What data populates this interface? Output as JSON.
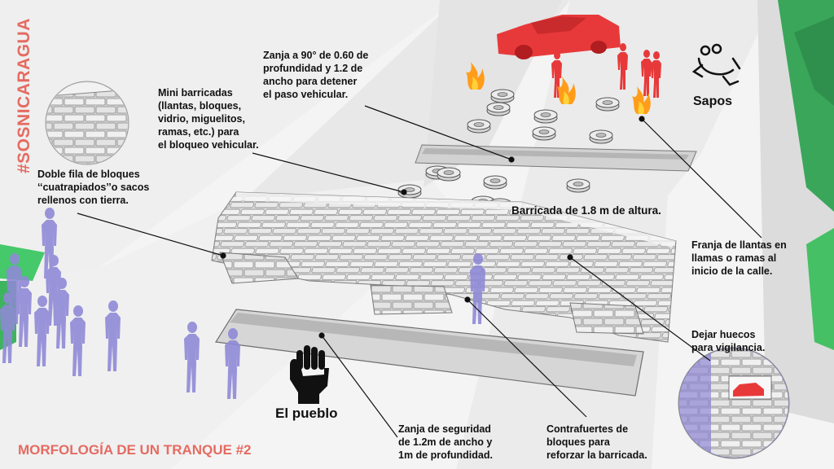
{
  "hashtag": "#SOSNICARAGUA",
  "title": "MORFOLOGÍA DE UN TRANQUE #2",
  "groups": {
    "sapos": "Sapos",
    "pueblo": "El pueblo"
  },
  "annotations": {
    "zanja_90": "Zanja a 90° de 0.60 de\nprofundidad y 1.2 de\nancho para detener\nel paso vehicular.",
    "mini_barricadas": "Mini barricadas\n(llantas, bloques,\nvidrio, miguelitos,\nramas, etc.) para\nel bloqueo vehicular.",
    "doble_fila": "Doble fila de bloques\n‘‘cuatrapiados’’o sacos\nrellenos con tierra.",
    "barricada": "Barricada de 1.8 m de altura.",
    "franja": "Franja de llantas en\nllamas o ramas al\ninicio de la calle.",
    "huecos": "Dejar huecos\npara vigilancia.",
    "zanja_seguridad": "Zanja de seguridad\nde 1.2m de ancho y\n1m de profundidad.",
    "contrafuertes": "Contrafuertes de\nbloques para\nreforzar la barricada."
  },
  "colors": {
    "accent": "#e56b62",
    "enemy": "#e8393a",
    "people": "#8f89d6",
    "grass": "#45c96a",
    "foliage": "#3aa65a",
    "block": "#e2e2e2",
    "road": "#e9e9e9"
  },
  "icons": [
    "frog-icon",
    "raised-fist-icon",
    "fire-icon",
    "pickup-truck-icon"
  ]
}
